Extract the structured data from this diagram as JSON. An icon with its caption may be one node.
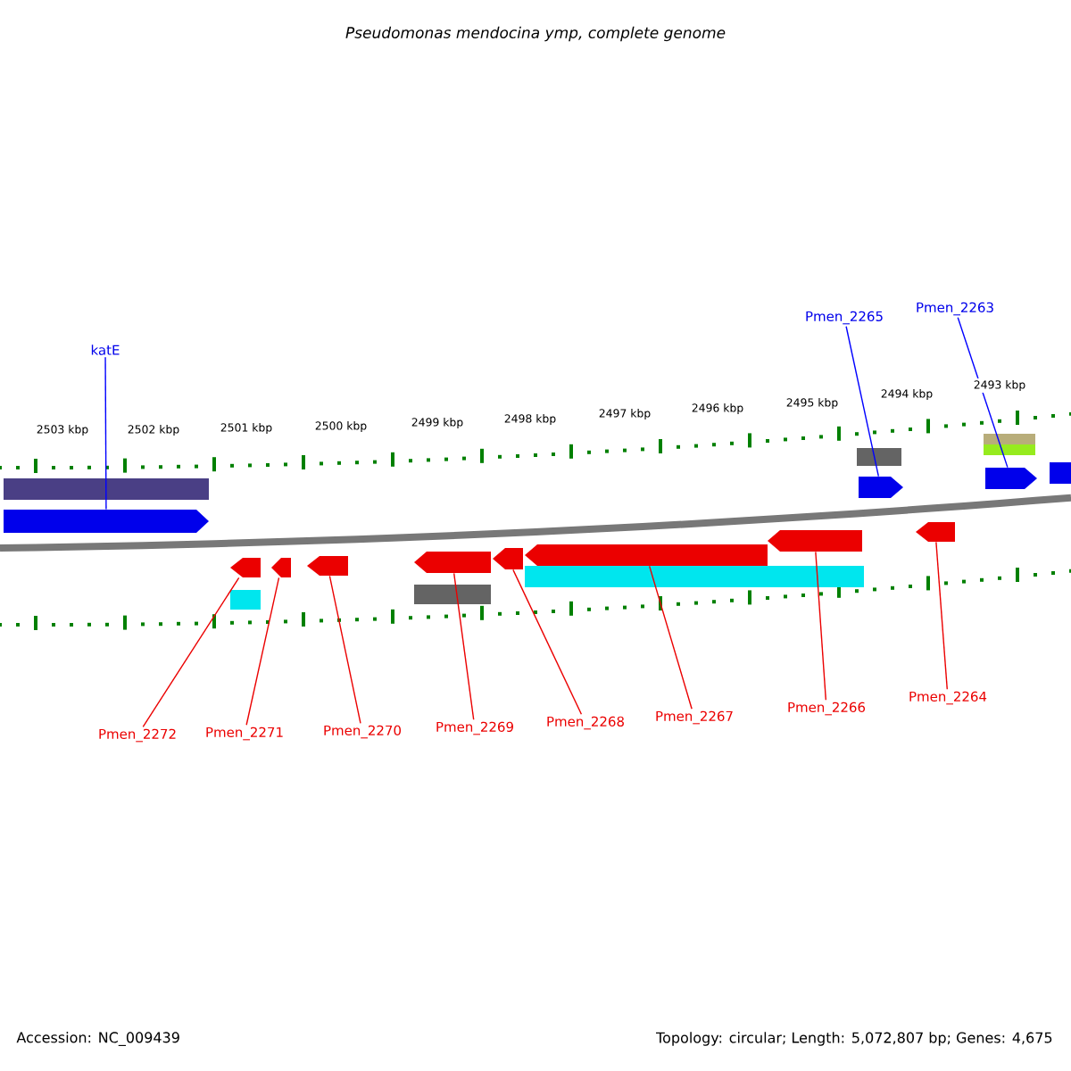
{
  "diagram": {
    "title": "Pseudomonas mendocina ymp, complete genome",
    "nodes": [
      {
        "text": [
          "katE"
        ]
      },
      {
        "text": [
          "Pmen_2265"
        ]
      },
      {
        "text": [
          "Pmen_2263"
        ]
      },
      {
        "text": [
          "Pmen_2272"
        ]
      },
      {
        "text": [
          "Pmen_2271"
        ]
      },
      {
        "text": [
          "Pmen_2270"
        ]
      },
      {
        "text": [
          "Pmen_2269"
        ]
      },
      {
        "text": [
          "Pmen_2268"
        ]
      },
      {
        "text": [
          "Pmen_2267"
        ]
      },
      {
        "text": [
          "Pmen_2266"
        ]
      },
      {
        "text": [
          "Pmen_2264"
        ]
      },
      {
        "text": [],
        "shape": "arrow"
      },
      {
        "text": [],
        "shape": "arrow"
      },
      {
        "text": [],
        "shape": "arrow"
      },
      {
        "text": [],
        "shape": "arrow"
      },
      {
        "text": [],
        "shape": "arrow"
      },
      {
        "text": [],
        "shape": "arrow"
      },
      {
        "text": [],
        "shape": "arrow"
      },
      {
        "text": [],
        "shape": "arrow"
      },
      {
        "text": [],
        "shape": "arrow"
      },
      {
        "text": [],
        "shape": "arrow"
      },
      {
        "text": [],
        "shape": "arrow"
      }
    ],
    "edges": [
      {
        "from": 0,
        "to": 11,
        "arrow": "none",
        "color": "#0000ff"
      },
      {
        "from": 1,
        "to": 12,
        "arrow": "none",
        "color": "#0000ff"
      },
      {
        "from": 2,
        "to": 13,
        "arrow": "none",
        "color": "#0000ff"
      },
      {
        "from": 3,
        "to": 14,
        "arrow": "none"
      },
      {
        "from": 4,
        "to": 15,
        "arrow": "none"
      },
      {
        "from": 5,
        "to": 16,
        "arrow": "none"
      },
      {
        "from": 6,
        "to": 17,
        "arrow": "none"
      },
      {
        "from": 7,
        "to": 18,
        "arrow": "none"
      },
      {
        "from": 8,
        "to": 19,
        "arrow": "none"
      },
      {
        "from": 9,
        "to": 20,
        "arrow": "none"
      },
      {
        "from": 10,
        "to": 21,
        "arrow": "none"
      }
    ],
    "labels": [
      "2503 kbp",
      "2502 kbp",
      "2501 kbp",
      "2500 kbp",
      "2499 kbp",
      "2498 kbp",
      "2497 kbp",
      "2496 kbp",
      "2495 kbp",
      "2494 kbp",
      "2493 kbp",
      "Accession: NC_009439",
      "Topology: circular; Length: 5,072,807 bp; Genes: 4,675"
    ]
  }
}
